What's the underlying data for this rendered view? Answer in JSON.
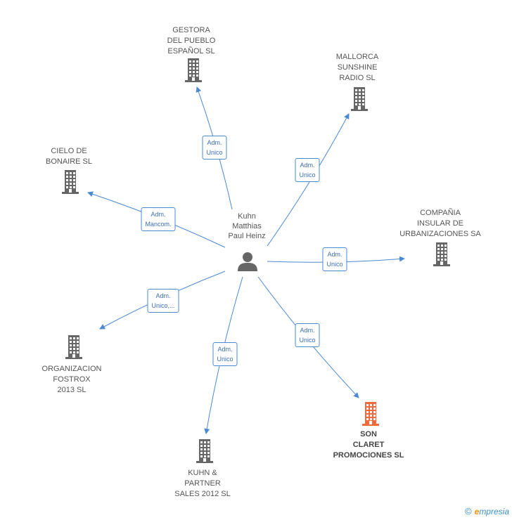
{
  "center": {
    "name": "Kuhn Matthias Paul Heinz",
    "lines": [
      "Kuhn",
      "Matthias",
      "Paul Heinz"
    ],
    "icon": "person-icon"
  },
  "colors": {
    "edge": "#4a8ad4",
    "company": "#666666",
    "highlight": "#f26a3c",
    "person": "#666666"
  },
  "companies": [
    {
      "id": "gestora",
      "lines": [
        "GESTORA",
        "DEL PUEBLO",
        "ESPAÑOL SL"
      ],
      "icon": "building-icon",
      "highlight": false
    },
    {
      "id": "mallorca",
      "lines": [
        "MALLORCA",
        "SUNSHINE",
        "RADIO SL"
      ],
      "icon": "building-icon",
      "highlight": false
    },
    {
      "id": "cielo",
      "lines": [
        "CIELO DE",
        "BONAIRE SL"
      ],
      "icon": "building-icon",
      "highlight": false
    },
    {
      "id": "compania",
      "lines": [
        "COMPAÑIA",
        "INSULAR DE",
        "URBANIZACIONES SA"
      ],
      "icon": "building-icon",
      "highlight": false
    },
    {
      "id": "organizacion",
      "lines": [
        "ORGANIZACION",
        "FOSTROX",
        "2013 SL"
      ],
      "icon": "building-icon",
      "highlight": false
    },
    {
      "id": "kuhn-partner",
      "lines": [
        "KUHN &",
        "PARTNER",
        "SALES 2012 SL"
      ],
      "icon": "building-icon",
      "highlight": false
    },
    {
      "id": "son-claret",
      "lines": [
        "SON",
        "CLARET",
        "PROMOCIONES SL"
      ],
      "icon": "building-icon",
      "highlight": true
    }
  ],
  "edges": [
    {
      "to": "gestora",
      "lines": [
        "Adm.",
        "Unico"
      ]
    },
    {
      "to": "mallorca",
      "lines": [
        "Adm.",
        "Unico"
      ]
    },
    {
      "to": "cielo",
      "lines": [
        "Adm.",
        "Mancom."
      ]
    },
    {
      "to": "compania",
      "lines": [
        "Adm.",
        "Unico"
      ]
    },
    {
      "to": "organizacion",
      "lines": [
        "Adm.",
        "Unico,..."
      ]
    },
    {
      "to": "kuhn-partner",
      "lines": [
        "Adm.",
        "Unico"
      ]
    },
    {
      "to": "son-claret",
      "lines": [
        "Adm.",
        "Unico"
      ]
    }
  ],
  "footer": {
    "copyright": "©",
    "brand_initial": "e",
    "brand_rest": "mpresia"
  }
}
